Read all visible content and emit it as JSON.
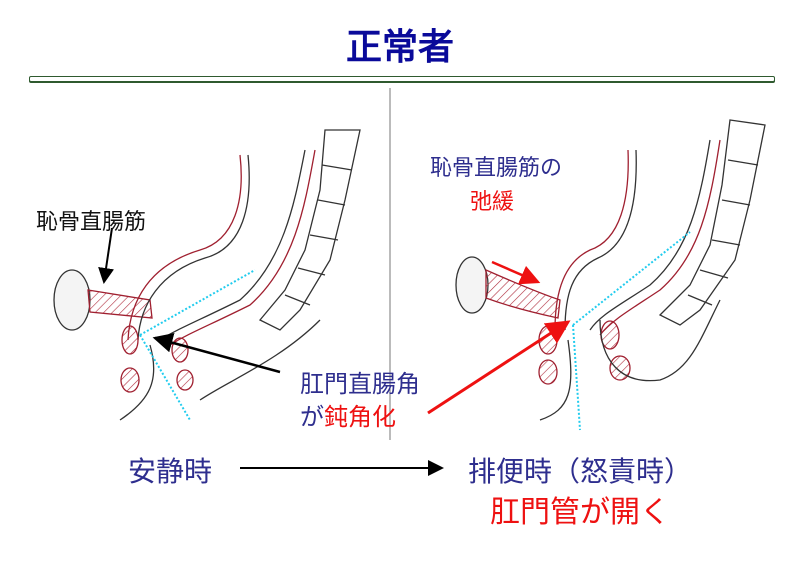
{
  "title": "正常者",
  "left_panel": {
    "muscle_label": "恥骨直腸筋",
    "state_label": "安静時"
  },
  "middle": {
    "angle_label_line1": "肛門直腸角",
    "angle_label_line2_prefix": "が",
    "angle_label_line2_emphasis": "鈍角化"
  },
  "right_panel": {
    "muscle_label": "恥骨直腸筋の",
    "muscle_state": "弛緩",
    "state_label": "排便時（怒責時）",
    "result_label": "肛門管が開く"
  },
  "colors": {
    "title": "#0a0a9a",
    "text_blue": "#2e2e8e",
    "emphasis_red": "#ee1111",
    "guide_cyan": "#22ccee"
  }
}
